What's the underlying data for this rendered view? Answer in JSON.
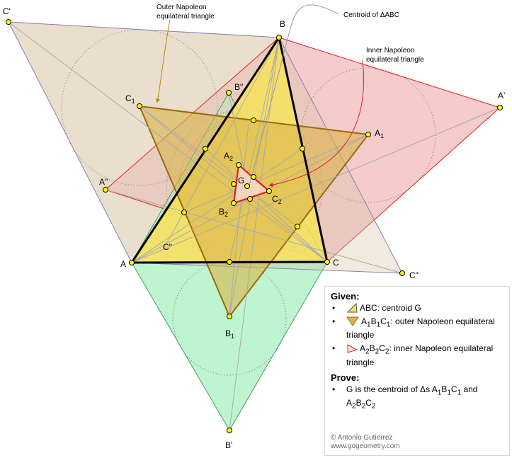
{
  "labels": {
    "A": "A",
    "B": "B",
    "C": "C",
    "A1": "A",
    "B1": "B",
    "C1": "C",
    "A2": "A",
    "B2": "B",
    "C2": "C",
    "Ap": "A'",
    "Bp": "B'",
    "Cp": "C'",
    "App": "A\"",
    "Bpp": "B\"",
    "Cpp": "C\"",
    "Cpp2": "C\"",
    "G": "G",
    "sub1": "1",
    "sub2": "2"
  },
  "annotations": {
    "outer_line1": "Outer Napoleon",
    "outer_line2": "equilateral triangle",
    "centroid": "Centroid of ΔABC",
    "inner_line1": "Inner Napoleon",
    "inner_line2": "equilateral triangle"
  },
  "panel": {
    "given_title": "Given:",
    "given_1": "ABC: centroid G",
    "given_2_a": "A",
    "given_2_b": "B",
    "given_2_c": "C",
    "given_2_rest": ": outer Napoleon equilateral triangle",
    "given_3_a": "A",
    "given_3_b": "B",
    "given_3_c": "C",
    "given_3_rest": ": inner Napoleon equilateral triangle",
    "prove_title": "Prove:",
    "prove_1a": "G is the centroid of Δs A",
    "prove_1b": "B",
    "prove_1c": "C",
    "prove_1d": " and A",
    "prove_1e": "B",
    "prove_1f": "C",
    "sub1": "1",
    "sub2": "2",
    "credit_1": "© Antonio Gutierrez",
    "credit_2": "www.gogeometry.com"
  },
  "colors": {
    "abc_fill": "#f7e15a",
    "outer_fill": "#d9b44a",
    "inner_stroke": "#e02020",
    "left_tri": "#d8c4a4",
    "right_tri": "#eea8a8",
    "bottom_tri": "#a8f0c0",
    "point": "#ffff00"
  }
}
